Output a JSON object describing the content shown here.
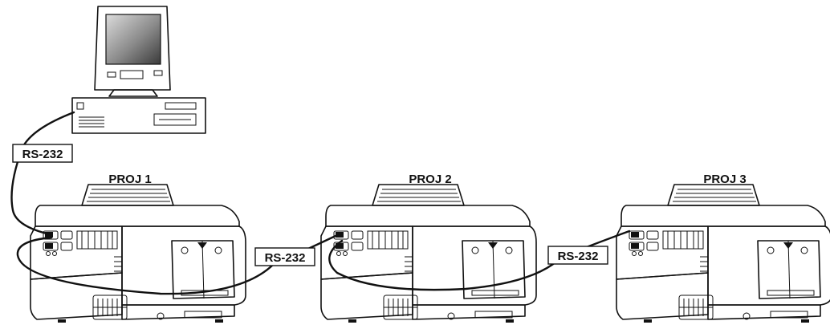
{
  "diagram": {
    "projectors": [
      {
        "label": "PROJ 1"
      },
      {
        "label": "PROJ 2"
      },
      {
        "label": "PROJ 3"
      }
    ],
    "cables": [
      {
        "label": "RS-232"
      },
      {
        "label": "RS-232"
      },
      {
        "label": "RS-232"
      }
    ]
  }
}
